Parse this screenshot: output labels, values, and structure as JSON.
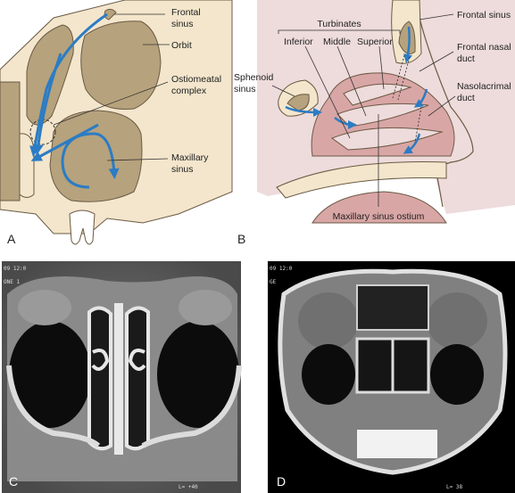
{
  "panels": {
    "a": {
      "letter": "A",
      "labels": {
        "frontal": [
          "Frontal",
          "sinus"
        ],
        "orbit": "Orbit",
        "omc": [
          "Ostiomeatal",
          "complex"
        ],
        "maxillary": [
          "Maxillary",
          "sinus"
        ]
      }
    },
    "b": {
      "letter": "B",
      "labels": {
        "turbinates": "Turbinates",
        "inferior": "Inferior",
        "middle": "Middle",
        "superior": "Superior",
        "frontal_sinus": "Frontal sinus",
        "frontal_nasal": [
          "Frontal nasal",
          "duct"
        ],
        "sphenoid": [
          "Sphenoid",
          "sinus"
        ],
        "nasolacrimal": [
          "Nasolacrimal",
          "duct"
        ],
        "ostium": "Maxillary sinus ostium"
      }
    },
    "c": {
      "letter": "C",
      "overlay": [
        "09 12:0",
        "ONE 1",
        "L= +40"
      ]
    },
    "d": {
      "letter": "D",
      "overlay": [
        "09 12:0",
        "GE",
        "L= 38"
      ]
    }
  },
  "colors": {
    "tissue": "#f3e6cc",
    "sinus": "#b6a27c",
    "outline": "#6b5a44",
    "arrow": "#2b7cc4",
    "nasal": "#eedbdb",
    "airway": "#d9a6a6"
  }
}
